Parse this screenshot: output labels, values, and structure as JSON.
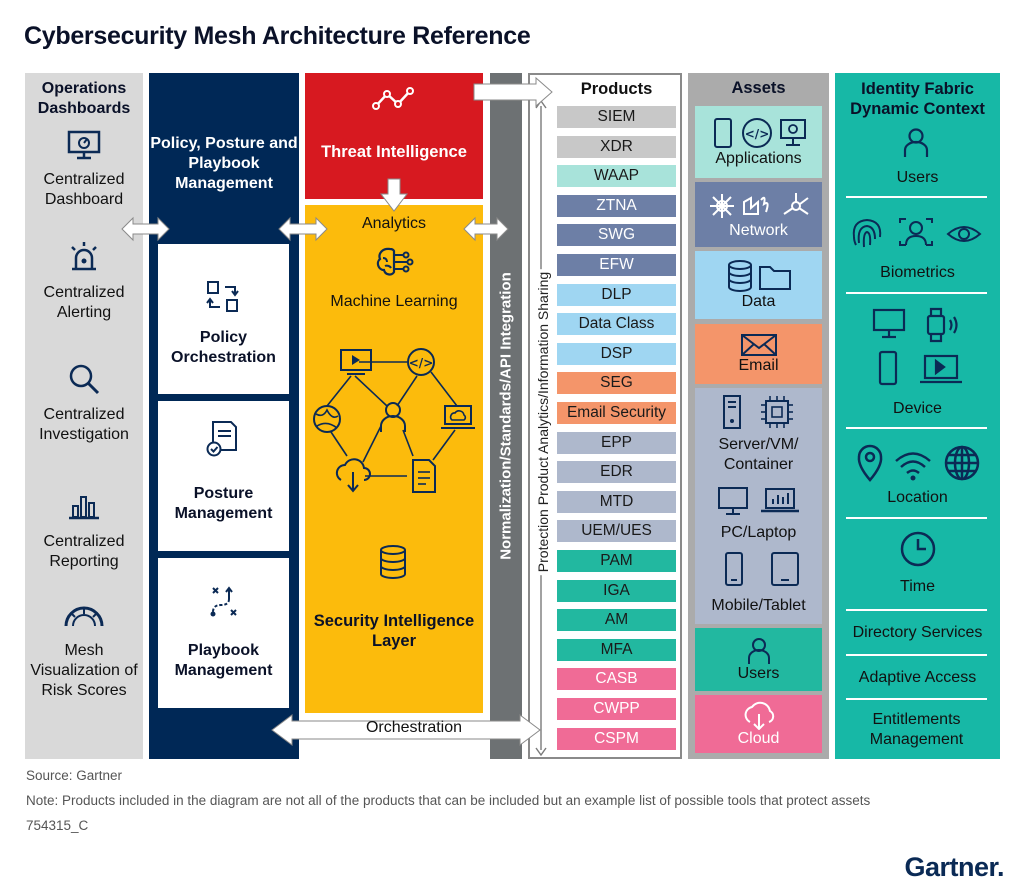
{
  "title": "Cybersecurity Mesh Architecture Reference",
  "operations": {
    "heading": "Operations Dashboards",
    "items": [
      {
        "label": "Centralized Dashboard",
        "icon": "monitor-dashboard-icon"
      },
      {
        "label": "Centralized Alerting",
        "icon": "alarm-siren-icon"
      },
      {
        "label": "Centralized Investigation",
        "icon": "magnifier-icon"
      },
      {
        "label": "Centralized Reporting",
        "icon": "bar-chart-icon"
      },
      {
        "label": "Mesh Visualization of Risk Scores",
        "icon": "gauge-icon"
      }
    ]
  },
  "policy": {
    "heading": "Policy, Posture and Playbook Management",
    "items": [
      {
        "label": "Policy Orchestration",
        "icon": "policy-arrows-icon"
      },
      {
        "label": "Posture Management",
        "icon": "document-check-icon"
      },
      {
        "label": "Playbook Management",
        "icon": "playbook-route-icon"
      }
    ]
  },
  "threat": {
    "heading": "Threat Intelligence",
    "icon": "trend-line-icon"
  },
  "intelligence": {
    "analytics": "Analytics",
    "machine_learning": "Machine Learning",
    "layer": "Security Intelligence Layer",
    "orchestration": "Orchestration"
  },
  "normalization": "Normalization/Standards/API Integration",
  "protection": "Protection Product Analytics/Information Sharing",
  "products": {
    "heading": "Products",
    "items": [
      {
        "label": "SIEM",
        "color": "#c8c8c8",
        "text": "#1a1a1a"
      },
      {
        "label": "XDR",
        "color": "#c8c8c8",
        "text": "#1a1a1a"
      },
      {
        "label": "WAAP",
        "color": "#a8e3da",
        "text": "#1a1a1a"
      },
      {
        "label": "ZTNA",
        "color": "#6d7fa6",
        "text": "#ffffff"
      },
      {
        "label": "SWG",
        "color": "#6d7fa6",
        "text": "#ffffff"
      },
      {
        "label": "EFW",
        "color": "#6d7fa6",
        "text": "#ffffff"
      },
      {
        "label": "DLP",
        "color": "#9fd6f2",
        "text": "#1a1a1a"
      },
      {
        "label": "Data Class",
        "color": "#9fd6f2",
        "text": "#1a1a1a"
      },
      {
        "label": "DSP",
        "color": "#9fd6f2",
        "text": "#1a1a1a"
      },
      {
        "label": "SEG",
        "color": "#f4956a",
        "text": "#1a1a1a"
      },
      {
        "label": "Email Security",
        "color": "#f4956a",
        "text": "#1a1a1a"
      },
      {
        "label": "EPP",
        "color": "#aeb8cc",
        "text": "#1a1a1a"
      },
      {
        "label": "EDR",
        "color": "#aeb8cc",
        "text": "#1a1a1a"
      },
      {
        "label": "MTD",
        "color": "#aeb8cc",
        "text": "#1a1a1a"
      },
      {
        "label": "UEM/UES",
        "color": "#aeb8cc",
        "text": "#1a1a1a"
      },
      {
        "label": "PAM",
        "color": "#22b8a0",
        "text": "#1a1a1a"
      },
      {
        "label": "IGA",
        "color": "#22b8a0",
        "text": "#1a1a1a"
      },
      {
        "label": "AM",
        "color": "#22b8a0",
        "text": "#1a1a1a"
      },
      {
        "label": "MFA",
        "color": "#22b8a0",
        "text": "#1a1a1a"
      },
      {
        "label": "CASB",
        "color": "#f06b96",
        "text": "#ffffff"
      },
      {
        "label": "CWPP",
        "color": "#f06b96",
        "text": "#ffffff"
      },
      {
        "label": "CSPM",
        "color": "#f06b96",
        "text": "#ffffff"
      }
    ]
  },
  "assets": {
    "heading": "Assets",
    "applications": "Applications",
    "network": "Network",
    "data": "Data",
    "email": "Email",
    "server": "Server/VM/ Container",
    "pc": "PC/Laptop",
    "mobile": "Mobile/Tablet",
    "users": "Users",
    "cloud": "Cloud",
    "colors": {
      "applications": "#a8e3da",
      "network": "#6d7fa6",
      "data": "#9fd6f2",
      "email": "#f4956a",
      "devices": "#aeb8cc",
      "users": "#22b8a0",
      "cloud": "#f06b96"
    }
  },
  "identity": {
    "heading": "Identity Fabric Dynamic Context",
    "users": "Users",
    "biometrics": "Biometrics",
    "device": "Device",
    "location": "Location",
    "time": "Time",
    "directory": "Directory Services",
    "adaptive": "Adaptive Access",
    "entitlements": "Entitlements Management"
  },
  "footer": {
    "source": "Source: Gartner",
    "note": "Note: Products included in the diagram are not all of the products that can be included but an example list of possible tools that protect assets",
    "id": "754315_C",
    "logo": "Gartner."
  }
}
